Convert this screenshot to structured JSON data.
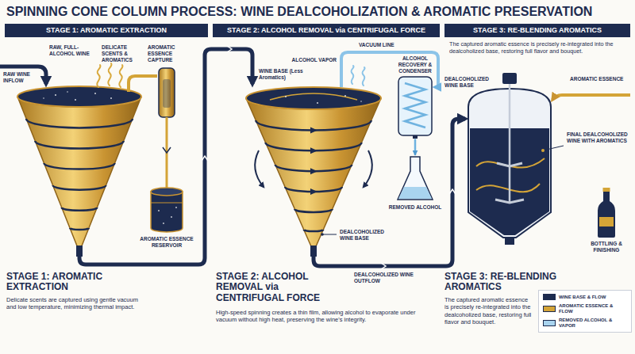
{
  "diagram": {
    "title": "SPINNING CONE COLUMN PROCESS: WINE DEALCOHOLIZATION & AROMATIC PRESERVATION",
    "nodes": [
      {
        "text": [
          "STAGE 1: AROMATIC EXTRACTION"
        ]
      },
      {
        "text": [
          "STAGE 2: ALCOHOL REMOVAL via CENTRIFUGAL FORCE"
        ]
      },
      {
        "text": [
          "STAGE 3: RE-BLENDING AROMATICS"
        ]
      },
      {
        "text": [
          "AROMATIC ESSENCE RESERVOIR"
        ]
      },
      {
        "text": [
          "ALCOHOL RECOVERY & CONDENSER"
        ]
      },
      {
        "text": [
          "REMOVED ALCOHOL"
        ]
      },
      {
        "text": [
          "BOTTLING & FINISHING"
        ]
      }
    ],
    "edges": [
      {
        "from": 4,
        "to": 5,
        "arrow": "to"
      }
    ],
    "labels": [
      "RAW, FULL-ALCOHOL WINE",
      "DELICATE SCENTS & AROMATICS",
      "AROMATIC ESSENCE CAPTURE",
      "RAW WINE INFLOW",
      "VACUUM LINE",
      "ALCOHOL VAPOR",
      "WINE BASE (Less Aromatics)",
      "The captured aromatic essence is precisely re-integrated into the dealcoholized base, restoring full flavor and bouquet.",
      "DEALCOHOLIZED WINE BASE",
      "AROMATIC ESSENCE",
      "FINAL DEALCOHOLIZED WINE WITH AROMATICS",
      "DEALCOHOLIZED WINE BASE",
      "DEALCOHOLIZED WINE OUTFLOW",
      "STAGE 1: AROMATIC EXTRACTION",
      "Delicate scents are captured using gentle vacuum and low temperature, minimizing thermal impact.",
      "STAGE 2: ALCOHOL REMOVAL via CENTRIFUGAL FORCE",
      "High-speed spinning creates a thin film, allowing alcohol to evaporate under vacuum without high heat, preserving the wine's integrity.",
      "STAGE 3: RE-BLENDING AROMATICS",
      "The captured aromatic essence is precisely re-integrated into the dealcoholized base, restoring full flavor and bouquet."
    ],
    "legend": [
      {
        "text": "WINE BASE & FLOW",
        "color": "#1d2b4f"
      },
      {
        "text": "AROMATIC ESSENCE & FLOW",
        "color": "#d4a437"
      },
      {
        "text": "REMOVED ALCOHOL & VAPOR",
        "color": "#a9d4ef"
      }
    ]
  }
}
